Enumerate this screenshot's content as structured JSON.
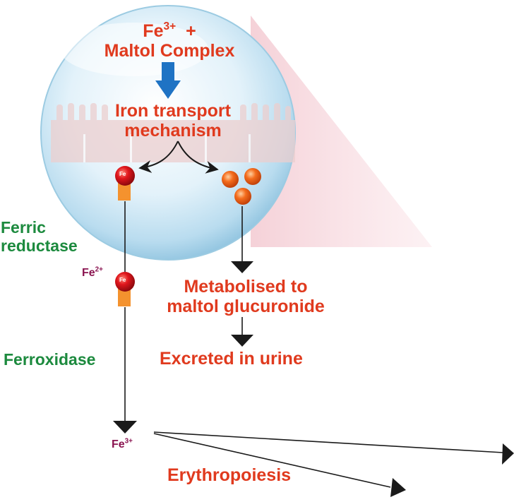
{
  "complex": {
    "fe_base": "Fe",
    "fe_sup": "3+",
    "plus": "+",
    "line2": "Maltol Complex"
  },
  "transport": {
    "line1": "Iron transport",
    "line2": "mechanism"
  },
  "ferric_reductase": {
    "line1": "Ferric",
    "line2": "reductase"
  },
  "fe2": {
    "base": "Fe",
    "sup": "2+"
  },
  "metabolised": {
    "line1": "Metabolised to",
    "line2": "maltol glucuronide"
  },
  "ferroxidase": "Ferroxidase",
  "excreted": "Excreted in urine",
  "fe3_bottom": {
    "base": "Fe",
    "sup": "3+"
  },
  "erythropoiesis": "Erythropoiesis",
  "fe_ball_label": "Fe",
  "colors": {
    "text_red": "#e03a1e",
    "text_green": "#1c8a3e",
    "text_maroon": "#8a1450",
    "arrow_blue": "#1f73c4",
    "iron_red": "#d4141c",
    "maltol_orange": "#f26a1b",
    "transporter_orange": "#f4922e",
    "lens_blue": "#cfe8f5"
  }
}
